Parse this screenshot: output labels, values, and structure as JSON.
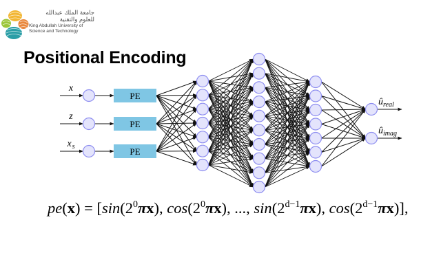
{
  "logo": {
    "arabic_line1": "جامعة الملك عبدالله",
    "arabic_line2": "للعلوم والتقنية",
    "english_line1": "King Abdullah University of",
    "english_line2": "Science and Technology",
    "colors": [
      "#F2B632",
      "#9CC63B",
      "#2A9EA6",
      "#E8863A"
    ]
  },
  "title": "Positional Encoding",
  "diagram": {
    "inputs": [
      {
        "label": "x",
        "subscript": ""
      },
      {
        "label": "z",
        "subscript": ""
      },
      {
        "label": "x",
        "subscript": "s"
      }
    ],
    "encoder_label": "PE",
    "hidden_layers": [
      7,
      10,
      7
    ],
    "outputs": [
      {
        "label": "û",
        "subscript": "real"
      },
      {
        "label": "û",
        "subscript": "imag"
      }
    ],
    "colors": {
      "node_fill": "#E4E4FC",
      "node_stroke": "#8C8CF0",
      "pe_fill": "#7FC6E4",
      "edge": "#111111"
    }
  },
  "formula": {
    "lhs_fn": "pe",
    "lhs_arg": "x",
    "eq": " = [",
    "t1_fn": "sin",
    "t1_exp": "0",
    "sep1": "), ",
    "t2_fn": "cos",
    "t2_exp": "0",
    "ellipsis": "), ..., ",
    "t3_fn": "sin",
    "t3_exp": "d−1",
    "sep3": "), ",
    "t4_fn": "cos",
    "t4_exp": "d−1",
    "close": ")],",
    "base": "2",
    "pi": "π",
    "var": "x"
  }
}
